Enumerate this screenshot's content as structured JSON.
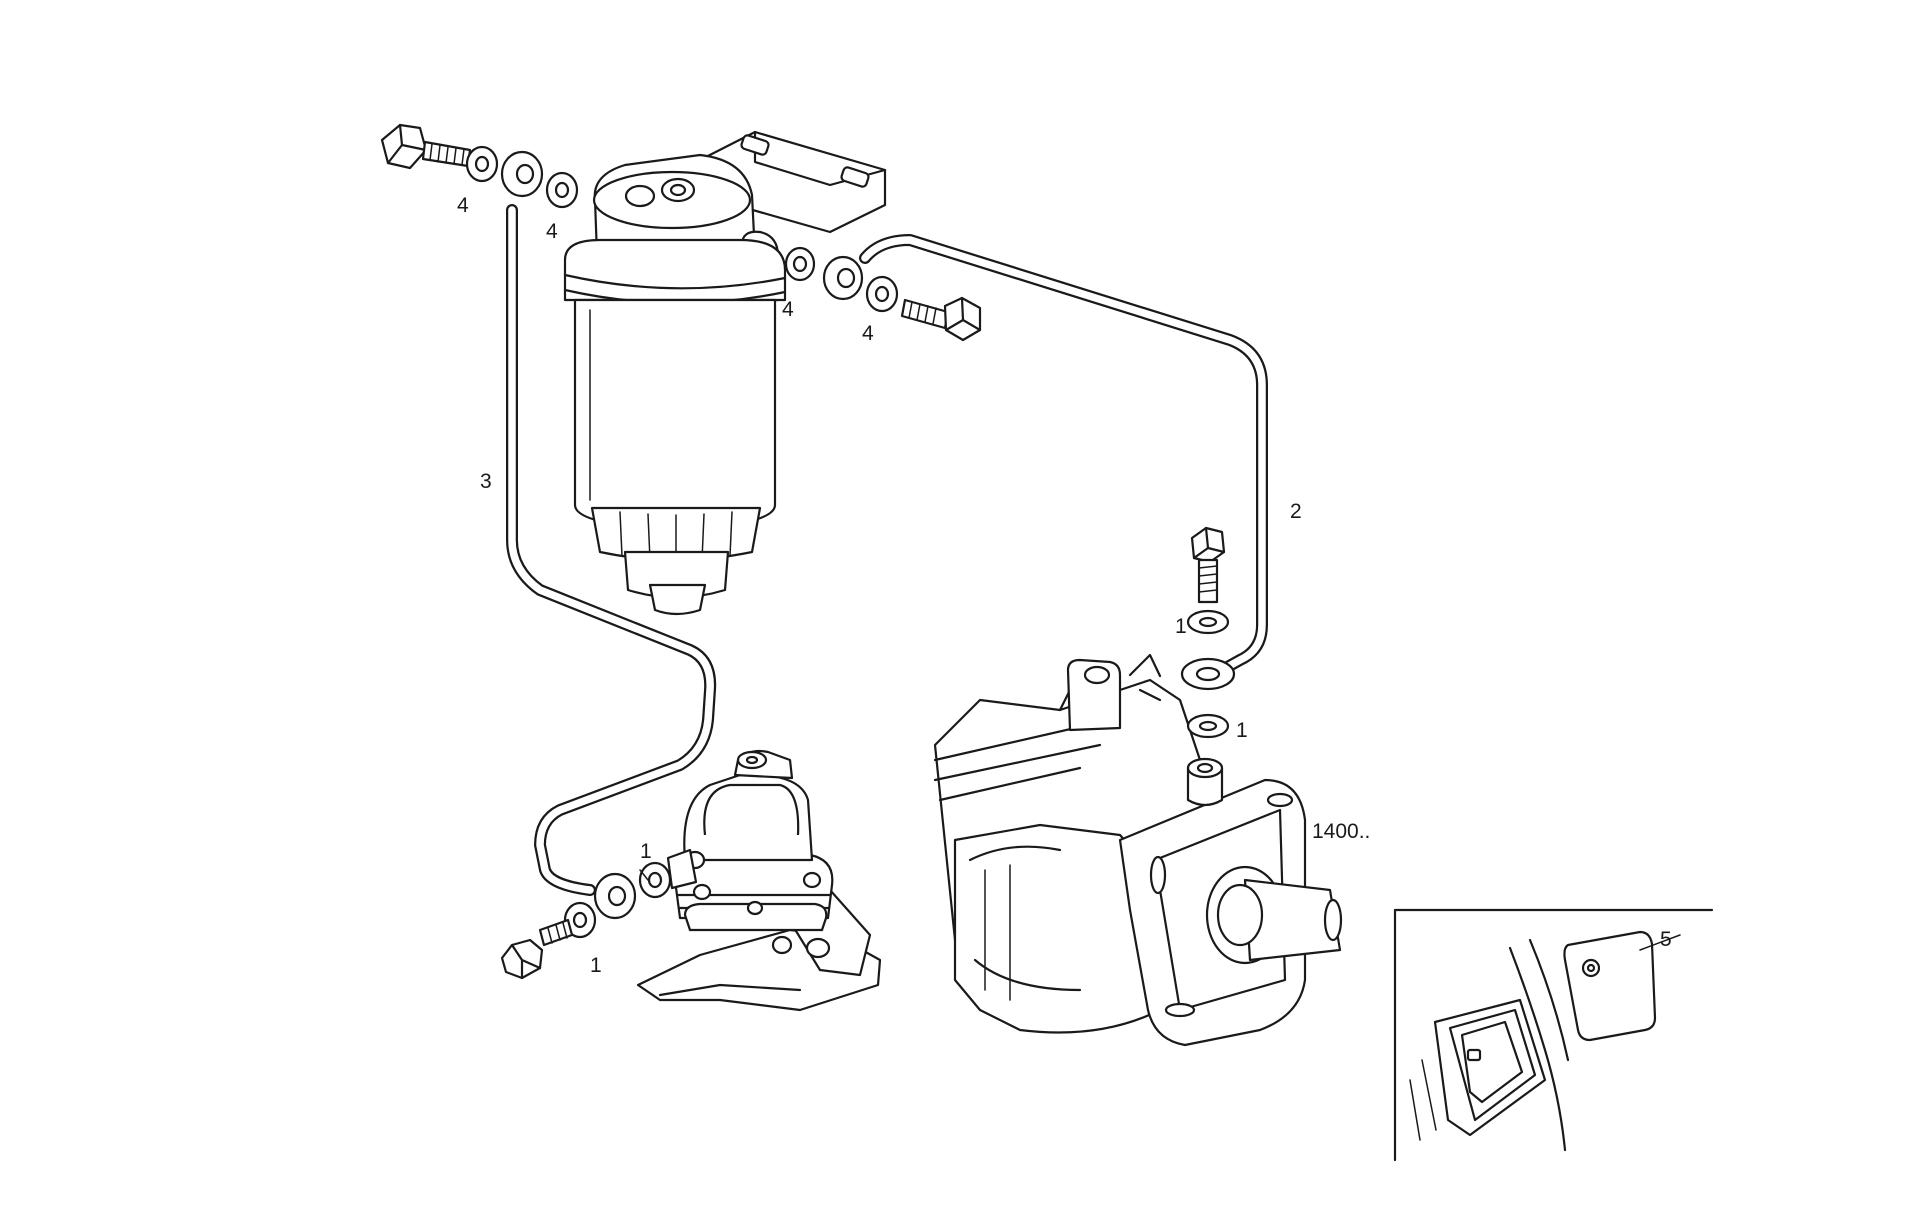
{
  "callouts": {
    "c1_pump_top": "1",
    "c1_pump_bottom": "1",
    "c1_injection_top": "1",
    "c1_injection_bottom": "1",
    "c2_pipe": "2",
    "c3_pipe": "3",
    "c4_top_left": "4",
    "c4_top_right": "4",
    "c4_filter_left": "4",
    "c4_filter_right": "4",
    "c5_inset": "5",
    "pump_code": "1400.."
  }
}
